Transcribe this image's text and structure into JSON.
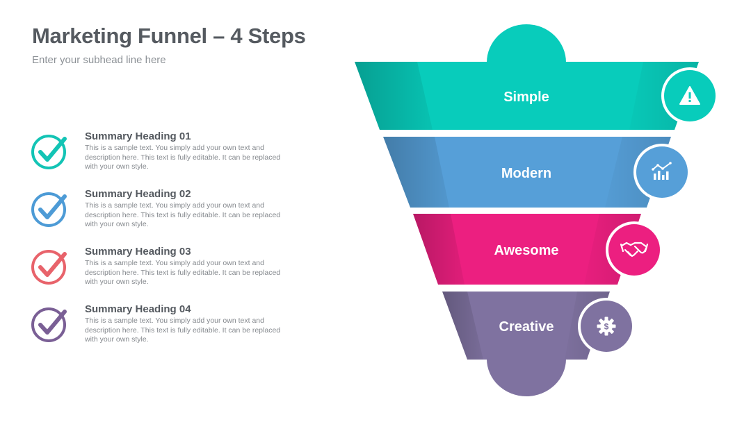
{
  "title": "Marketing Funnel – 4 Steps",
  "subtitle": "Enter your subhead line here",
  "items": [
    {
      "heading": "Summary Heading 01",
      "text": "This is a sample text. You simply add your own text and description here. This text is fully editable. It can be replaced with your own style.",
      "color": "#13c4b5"
    },
    {
      "heading": "Summary Heading 02",
      "text": "This is a sample text. You simply add your own text and description here. This text is fully editable. It can be replaced with your own style.",
      "color": "#4d9bd6"
    },
    {
      "heading": "Summary Heading 03",
      "text": "This is a sample text. You simply add your own text and description here. This text is fully editable. It can be replaced with your own style.",
      "color": "#e8636b"
    },
    {
      "heading": "Summary Heading 04",
      "text": "This is a sample text. You simply add your own text and description here. This text is fully editable. It can be replaced with your own style.",
      "color": "#7a5f95"
    }
  ],
  "funnel": [
    {
      "label": "Simple",
      "color": "#08ccbb",
      "icon": "warning-icon"
    },
    {
      "label": "Modern",
      "color": "#569fd8",
      "icon": "chart-icon"
    },
    {
      "label": "Awesome",
      "color": "#ec1f80",
      "icon": "handshake-icon"
    },
    {
      "label": "Creative",
      "color": "#7f72a0",
      "icon": "gear-dollar-icon"
    }
  ]
}
